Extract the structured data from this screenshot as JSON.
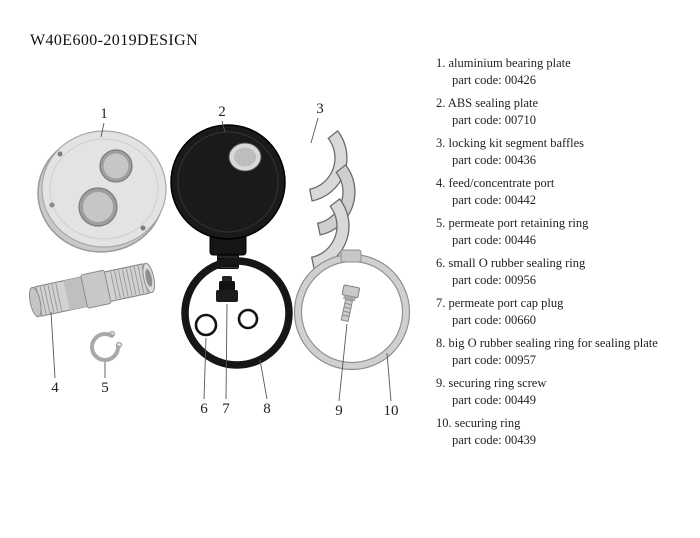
{
  "title": "W40E600-2019DESIGN",
  "callouts": [
    "1",
    "2",
    "3",
    "4",
    "5",
    "6",
    "7",
    "8",
    "9",
    "10"
  ],
  "parts": [
    {
      "num": "1.",
      "name": "aluminium bearing plate",
      "code": "part code: 00426"
    },
    {
      "num": "2.",
      "name": "ABS sealing plate",
      "code": "part code: 00710"
    },
    {
      "num": "3.",
      "name": "locking kit segment baffles",
      "code": "part code: 00436"
    },
    {
      "num": "4.",
      "name": "feed/concentrate port",
      "code": "part code: 00442"
    },
    {
      "num": "5.",
      "name": "permeate port retaining ring",
      "code": "part code: 00446"
    },
    {
      "num": "6.",
      "name": "small O rubber sealing ring",
      "code": "part code: 00956"
    },
    {
      "num": "7.",
      "name": "permeate port cap plug",
      "code": "part code: 00660"
    },
    {
      "num": "8.",
      "name": "big O rubber sealing ring for sealing plate",
      "code": "part code: 00957"
    },
    {
      "num": "9.",
      "name": "securing ring screw",
      "code": "part code: 00449"
    },
    {
      "num": "10.",
      "name": "securing ring",
      "code": "part code: 00439"
    }
  ]
}
